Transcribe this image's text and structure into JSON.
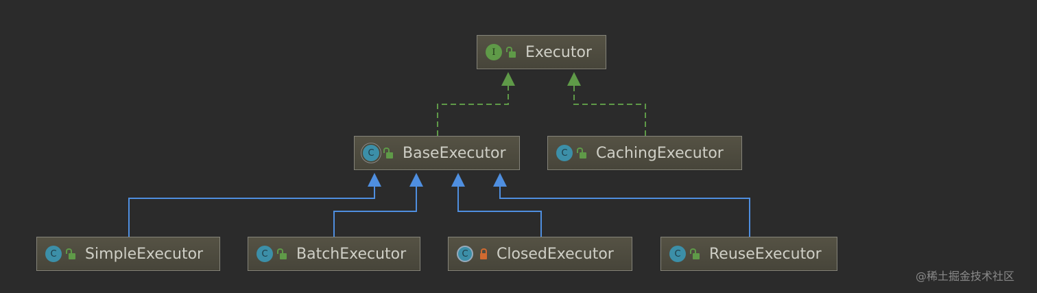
{
  "nodes": [
    {
      "id": "executor",
      "label": "Executor",
      "kind": "interface",
      "visibility": "public"
    },
    {
      "id": "base",
      "label": "BaseExecutor",
      "kind": "abstract-class",
      "visibility": "public"
    },
    {
      "id": "caching",
      "label": "CachingExecutor",
      "kind": "class",
      "visibility": "public"
    },
    {
      "id": "simple",
      "label": "SimpleExecutor",
      "kind": "class",
      "visibility": "public"
    },
    {
      "id": "batch",
      "label": "BatchExecutor",
      "kind": "class",
      "visibility": "public"
    },
    {
      "id": "closed",
      "label": "ClosedExecutor",
      "kind": "final-class",
      "visibility": "private"
    },
    {
      "id": "reuse",
      "label": "ReuseExecutor",
      "kind": "class",
      "visibility": "public"
    }
  ],
  "icons": {
    "interface": "I",
    "class": "C"
  },
  "edges": [
    {
      "from": "base",
      "to": "executor",
      "type": "implements"
    },
    {
      "from": "caching",
      "to": "executor",
      "type": "implements"
    },
    {
      "from": "simple",
      "to": "base",
      "type": "extends"
    },
    {
      "from": "batch",
      "to": "base",
      "type": "extends"
    },
    {
      "from": "closed",
      "to": "base",
      "type": "extends"
    },
    {
      "from": "reuse",
      "to": "base",
      "type": "extends"
    }
  ],
  "colors": {
    "implements": "#5f9a48",
    "extends": "#4f8fe0"
  },
  "watermark": "@稀土掘金技术社区"
}
